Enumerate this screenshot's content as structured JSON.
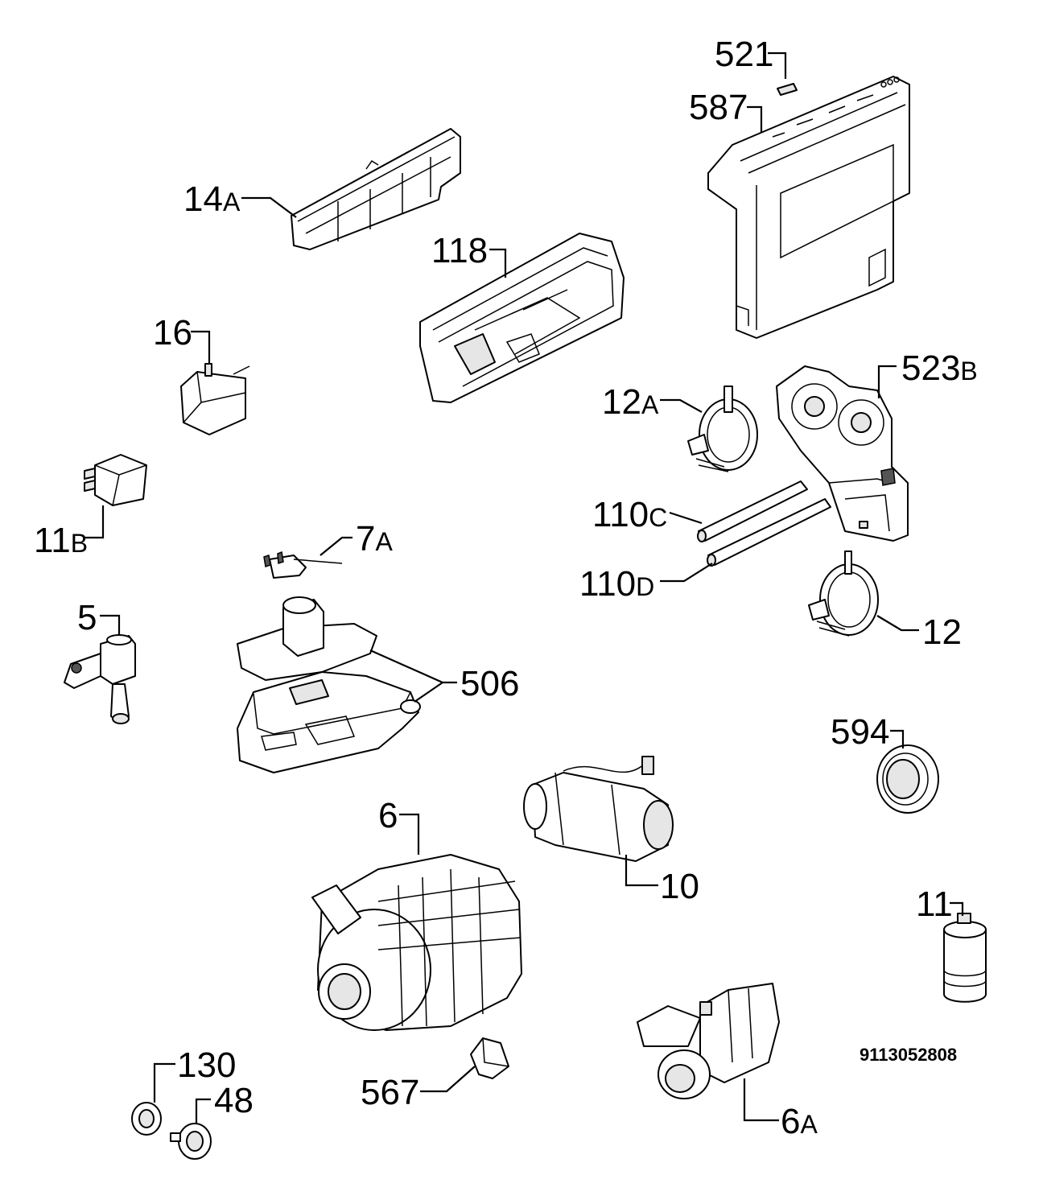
{
  "labels": {
    "p521": "521",
    "p587": "587",
    "p14": "14",
    "p14_sfx": "A",
    "p118": "118",
    "p16": "16",
    "p523": "523",
    "p523_sfx": "B",
    "p12a": "12",
    "p12a_sfx": "A",
    "p11b": "11",
    "p11b_sfx": "B",
    "p7a": "7",
    "p7a_sfx": "A",
    "p110c": "110",
    "p110c_sfx": "C",
    "p110d": "110",
    "p110d_sfx": "D",
    "p5": "5",
    "p12": "12",
    "p506": "506",
    "p594": "594",
    "p6": "6",
    "p10": "10",
    "p11": "11",
    "p130": "130",
    "p48": "48",
    "p567": "567",
    "p6a": "6",
    "p6a_sfx": "A"
  },
  "document_number": "9113052808"
}
